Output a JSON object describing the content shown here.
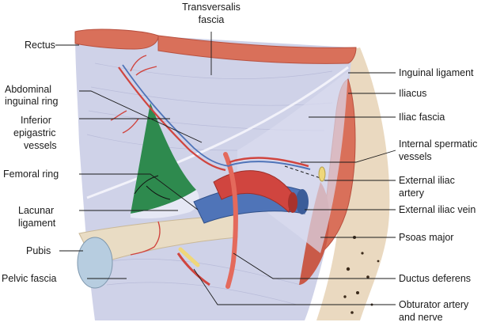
{
  "labels": {
    "transversalis": [
      "Transversalis",
      "fascia"
    ],
    "rectus": [
      "Rectus"
    ],
    "abdominal_ring": [
      "Abdominal",
      "inguinal ring"
    ],
    "inferior_epigastric": [
      "Inferior",
      "epigastric",
      "vessels"
    ],
    "femoral_ring": [
      "Femoral ring"
    ],
    "lacunar": [
      "Lacunar",
      "ligament"
    ],
    "pubis": [
      "Pubis"
    ],
    "pelvic_fascia": [
      "Pelvic fascia"
    ],
    "inguinal_ligament": [
      "Inguinal ligament"
    ],
    "iliacus": [
      "Iliacus"
    ],
    "iliac_fascia": [
      "Iliac fascia"
    ],
    "internal_spermatic": [
      "Internal spermatic",
      "vessels"
    ],
    "external_iliac_artery": [
      "External iliac",
      "artery"
    ],
    "external_iliac_vein": [
      "External iliac vein"
    ],
    "psoas_major": [
      "Psoas major"
    ],
    "ductus_deferens": [
      "Ductus deferens"
    ],
    "obturator": [
      "Obturator artery",
      "and nerve"
    ]
  },
  "colors": {
    "fascia": "#cfd2e8",
    "fascia_dark": "#b3b7d6",
    "muscle": "#d9705a",
    "muscle_dark": "#b8503f",
    "artery": "#d0453f",
    "vein": "#4f74b8",
    "femoral_ring": "#2e8a4e",
    "bone": "#e9dcc4",
    "nerve": "#efd77a"
  }
}
